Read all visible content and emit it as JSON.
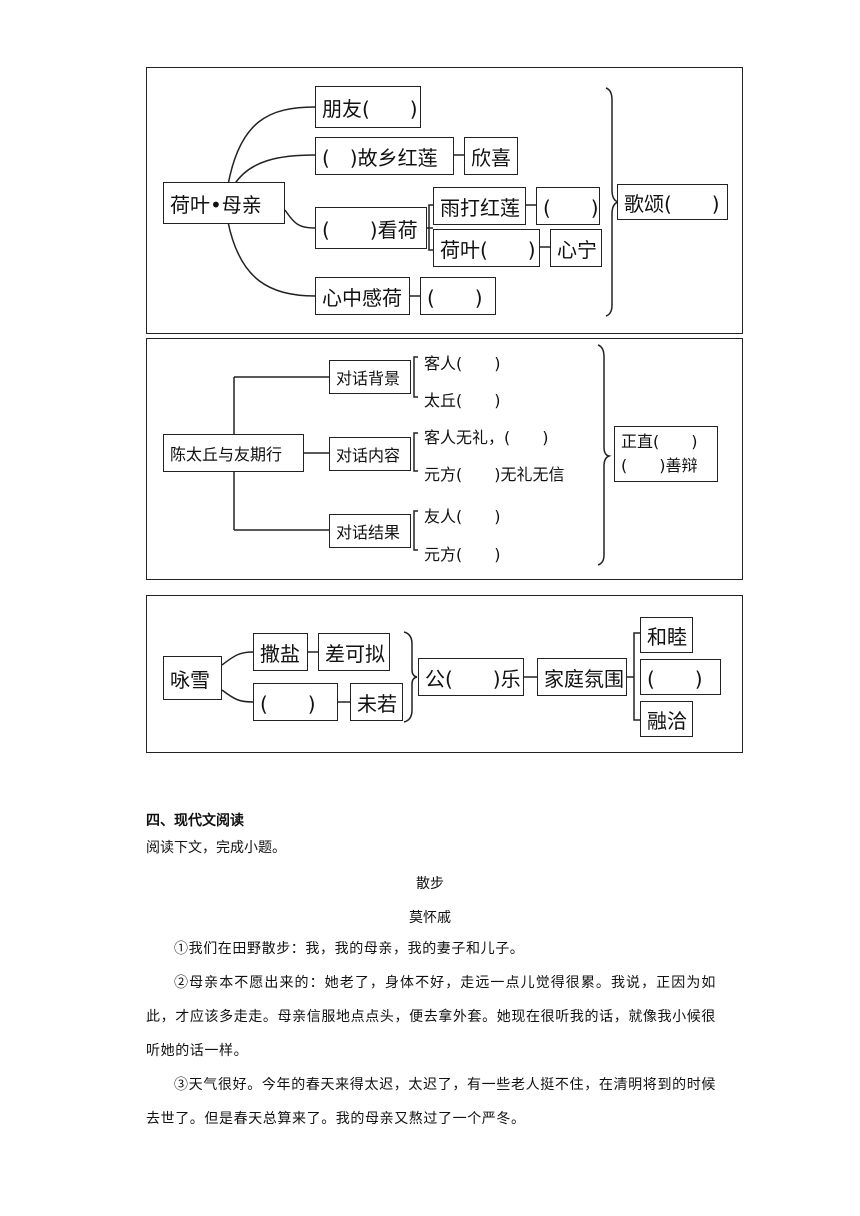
{
  "diagram1": {
    "root": "荷叶•母亲",
    "branch_friend": "朋友(　　)",
    "branch_hometown": "(　)故乡红莲",
    "hometown_feeling": "欣喜",
    "branch_look": "(　　)看荷",
    "rain_lotus": "雨打红莲",
    "rain_blank": "(　　)",
    "leaf": "荷叶(　　)",
    "leaf_feeling": "心宁",
    "branch_heart": "心中感荷",
    "heart_blank": "(　　)",
    "praise": "歌颂(　　)"
  },
  "diagram2": {
    "root": "陈太丘与友期行",
    "background_label": "对话背景",
    "guest": "客人(　　)",
    "taiqiu": "太丘(　　)",
    "content_label": "对话内容",
    "guest_rude": "客人无礼，(　　)",
    "yuanfang": "元方(　　)无礼无信",
    "result_label": "对话结果",
    "friend": "友人(　　)",
    "yuanfang2": "元方(　　)",
    "summary_line1": "正直(　　)",
    "summary_line2": "(　　)善辩"
  },
  "diagram3": {
    "root": "咏雪",
    "salt": "撒盐",
    "salt_comment": "差可拟",
    "blank": "(　　)",
    "blank_comment": "未若",
    "gong": "公(　　)乐",
    "atmosphere": "家庭氛围",
    "harmony": "和睦",
    "atm_blank": "(　　)",
    "rongqia": "融洽"
  },
  "section": {
    "heading": "四、现代文阅读",
    "intro": "阅读下文，完成小题。",
    "title": "散步",
    "author": "莫怀戚",
    "paragraphs": [
      "①我们在田野散步：我，我的母亲，我的妻子和儿子。",
      "②母亲本不愿出来的：她老了，身体不好，走远一点儿觉得很累。我说，正因为如此，才应该多走走。母亲信服地点点头，便去拿外套。她现在很听我的话，就像我小候很听她的话一样。",
      "③天气很好。今年的春天来得太迟，太迟了，有一些老人挺不住，在清明将到的时候去世了。但是春天总算来了。我的母亲又熬过了一个严冬。"
    ]
  }
}
